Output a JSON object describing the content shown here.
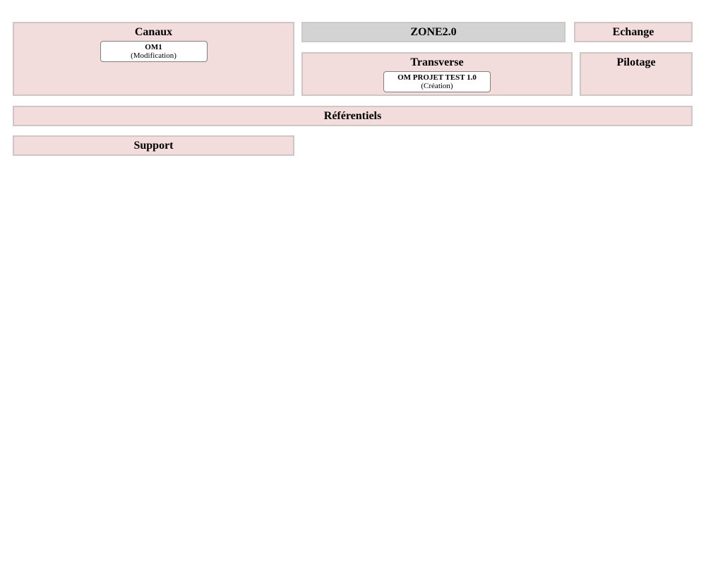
{
  "colors": {
    "zone_fill": "#f2dddc",
    "zone_border": "#cfc5c5",
    "header_fill": "#d3d3d3",
    "header_border": "#c9c9c9",
    "item_bg": "#ffffff",
    "item_border": "#7f7f7f",
    "text": "#000000"
  },
  "zones": {
    "canaux": {
      "title": "Canaux",
      "item": {
        "name": "OM1",
        "status": "(Modification)"
      }
    },
    "zone2": {
      "title": "ZONE2.0"
    },
    "echange": {
      "title": "Echange"
    },
    "transverse": {
      "title": "Transverse",
      "item": {
        "name": "OM PROJET TEST 1.0",
        "status": "(Création)"
      }
    },
    "pilotage": {
      "title": "Pilotage"
    },
    "referentiels": {
      "title": "Référentiels"
    },
    "support": {
      "title": "Support"
    }
  }
}
